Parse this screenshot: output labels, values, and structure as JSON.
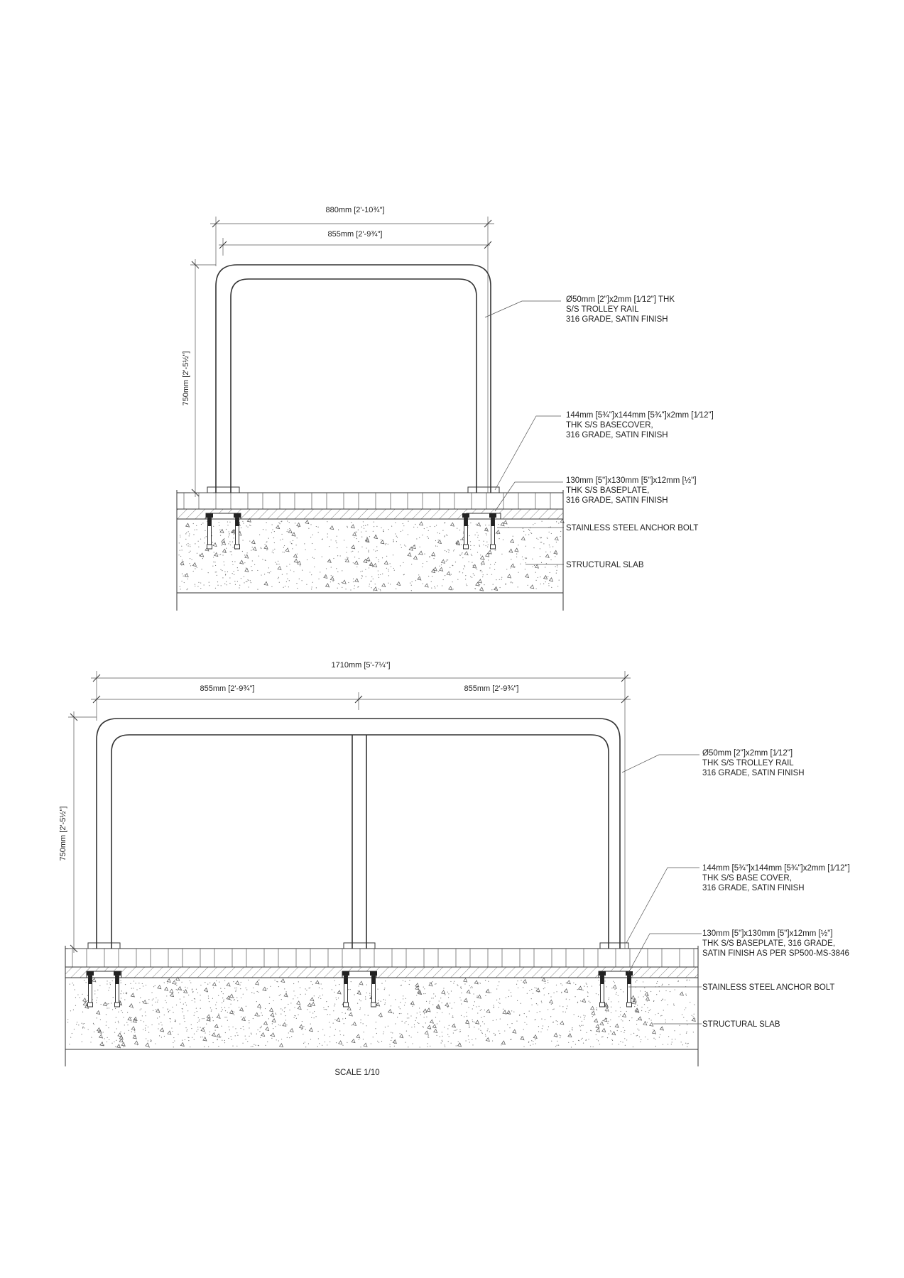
{
  "top_view": {
    "dim_overall": "880mm [2'-10¾\"]",
    "dim_inner": "855mm [2'-9¾\"]",
    "dim_height": "750mm [2'-5½\"]",
    "label_rail": [
      "Ø50mm [2\"]x2mm [1⁄12\"] THK",
      "S/S TROLLEY RAIL",
      "316 GRADE, SATIN FINISH"
    ],
    "label_basecover": [
      "144mm [5¾\"]x144mm [5¾\"]x2mm [1⁄12\"]",
      "THK S/S BASECOVER,",
      "316 GRADE, SATIN FINISH"
    ],
    "label_baseplate": [
      "130mm [5\"]x130mm [5\"]x12mm [½\"]",
      "THK S/S BASEPLATE,",
      "316 GRADE, SATIN FINISH"
    ],
    "label_anchor": "STAINLESS STEEL ANCHOR BOLT",
    "label_slab": "STRUCTURAL SLAB"
  },
  "bottom_view": {
    "dim_overall": "1710mm [5'-7¼\"]",
    "dim_left": "855mm [2'-9¾\"]",
    "dim_right": "855mm [2'-9¾\"]",
    "dim_height": "750mm [2'-5½\"]",
    "label_rail": [
      "Ø50mm [2\"]x2mm [1⁄12\"]",
      "THK S/S TROLLEY RAIL",
      "316 GRADE, SATIN FINISH"
    ],
    "label_basecover": [
      "144mm [5¾\"]x144mm [5¾\"]x2mm [1⁄12\"]",
      "THK S/S BASE COVER,",
      "316 GRADE, SATIN FINISH"
    ],
    "label_baseplate": [
      "130mm [5\"]x130mm [5\"]x12mm [½\"]",
      "THK S/S BASEPLATE, 316 GRADE,",
      "SATIN FINISH AS PER SP500-MS-3846"
    ],
    "label_anchor": "STAINLESS STEEL ANCHOR BOLT",
    "label_slab": "STRUCTURAL SLAB"
  },
  "scale_note": "SCALE 1/10"
}
